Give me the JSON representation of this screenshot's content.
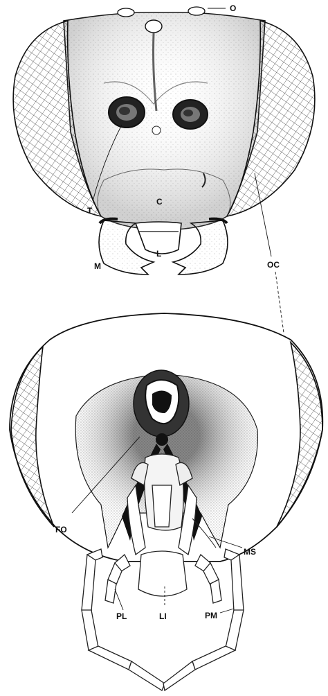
{
  "labels": {
    "o": "O",
    "c": "C",
    "t": "T",
    "m": "M",
    "l": "L",
    "oc": "OC",
    "fo": "FO",
    "ms": "MS",
    "pl": "PL",
    "li": "LI",
    "pm": "PM"
  },
  "colors": {
    "ink": "#111111",
    "paper": "#ffffff",
    "stipple": "#555555"
  }
}
